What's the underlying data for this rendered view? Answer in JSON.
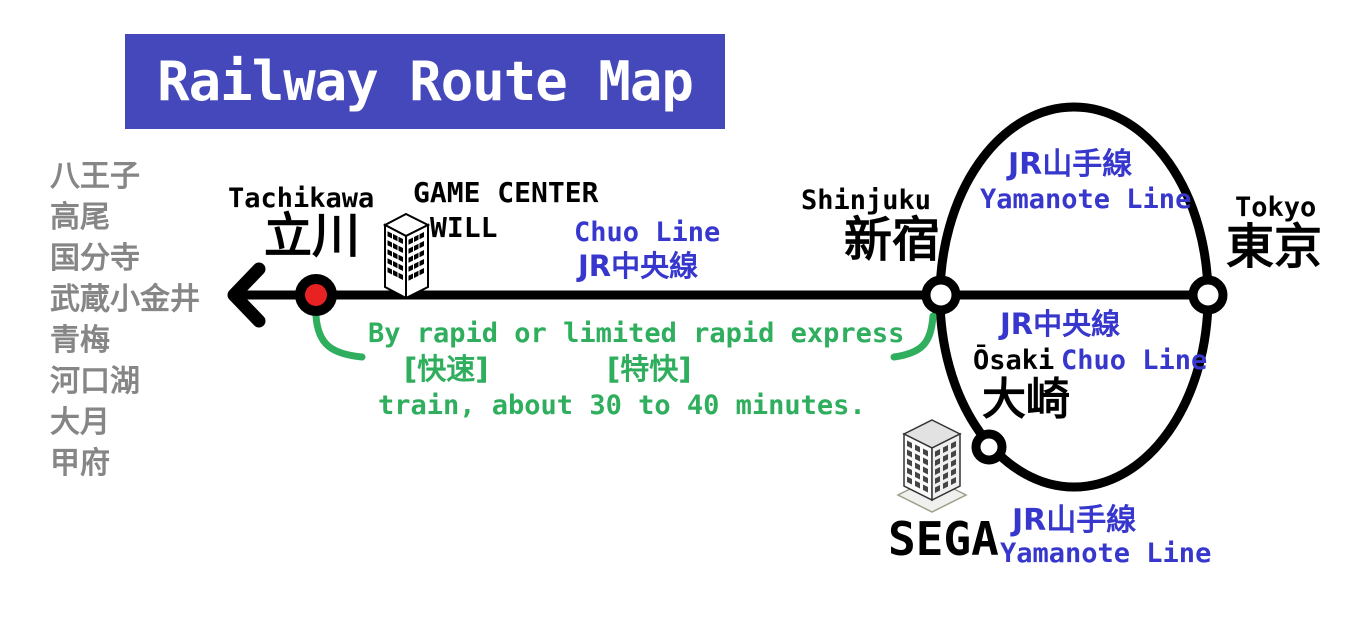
{
  "title": "Railway Route Map",
  "colors": {
    "title_background": "#4448bb",
    "line_label_blue": "#3737cd",
    "note_green": "#2fae5e",
    "left_list_gray": "#868686",
    "tachikawa_dot_red": "#e82222",
    "route_black": "#000000"
  },
  "left_station_list": [
    "八王子",
    "高尾",
    "国分寺",
    "武蔵小金井",
    "青梅",
    "河口湖",
    "大月",
    "甲府"
  ],
  "stations": {
    "tachikawa": {
      "en": "Tachikawa",
      "ja": "立川"
    },
    "shinjuku": {
      "en": "Shinjuku",
      "ja": "新宿"
    },
    "tokyo": {
      "en": "Tokyo",
      "ja": "東京"
    },
    "osaki": {
      "en": "Ōsaki",
      "ja": "大崎"
    }
  },
  "lines": {
    "chuo_tachikawa_shinjuku": {
      "en": "Chuo Line",
      "ja": "JR中央線"
    },
    "chuo_shinjuku_tokyo": {
      "en": "Chuo Line",
      "ja": "JR中央線"
    },
    "yamanote_top": {
      "ja": "JR山手線",
      "en": "Yamanote Line"
    },
    "yamanote_bottom": {
      "ja": "JR山手線",
      "en": "Yamanote Line"
    }
  },
  "landmarks": {
    "game_center_will": {
      "line1": "GAME CENTER",
      "line2": "WILL"
    },
    "sega": "SEGA"
  },
  "travel_note": {
    "line1": "By rapid or limited rapid express",
    "rapid_ja": "[快速]",
    "limited_rapid_ja": "[特快]",
    "line2": "train, about 30 to 40 minutes."
  }
}
